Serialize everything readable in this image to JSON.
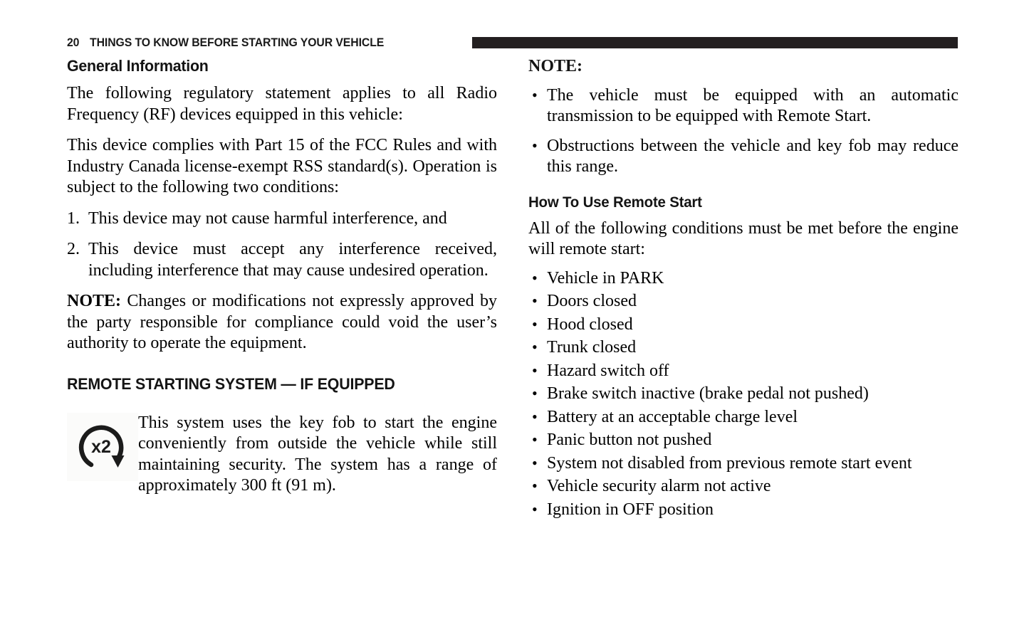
{
  "header": {
    "page_number": "20",
    "title": "THINGS TO KNOW BEFORE STARTING YOUR VEHICLE",
    "rule_color": "#231f20"
  },
  "left_column": {
    "heading_general": "General Information",
    "para_regulatory": "The following regulatory statement applies to all Radio Frequency (RF) devices equipped in this vehicle:",
    "para_fcc": "This device complies with Part 15 of the FCC Rules and with Industry Canada license-exempt RSS standard(s). Operation is subject to the following two conditions:",
    "numbered_items": [
      {
        "number": "1.",
        "text": "This device may not cause harmful interference, and"
      },
      {
        "number": "2.",
        "text": "This device must accept any interference received, including interference that may cause undesired operation."
      }
    ],
    "note_label": "NOTE:",
    "note_text": " Changes or modifications not expressly approved by the party responsible for compliance could void the user’s authority to operate the equipment.",
    "heading_remote_start": "REMOTE STARTING SYSTEM — IF EQUIPPED",
    "icon": {
      "name": "remote-start-x2-icon",
      "label": "x2"
    },
    "icon_para": "This system uses the key fob to start the engine conveniently from outside the vehicle while still maintaining security. The system has a range of approximately 300 ft (91 m)."
  },
  "right_column": {
    "note_heading": "NOTE:",
    "note_bullets": [
      "The vehicle must be equipped with an automatic transmission to be equipped with Remote Start.",
      "Obstructions between the vehicle and key fob may reduce this range."
    ],
    "heading_how_to_use": "How To Use Remote Start",
    "para_conditions": "All of the following conditions must be met before the engine will remote start:",
    "condition_bullets": [
      "Vehicle in PARK",
      "Doors closed",
      "Hood closed",
      "Trunk closed",
      "Hazard switch off",
      "Brake switch inactive (brake pedal not pushed)",
      "Battery at an acceptable charge level",
      "Panic button not pushed",
      "System not disabled from previous remote start event",
      "Vehicle security alarm not active",
      "Ignition in OFF position"
    ]
  },
  "bullet_glyph": "•"
}
